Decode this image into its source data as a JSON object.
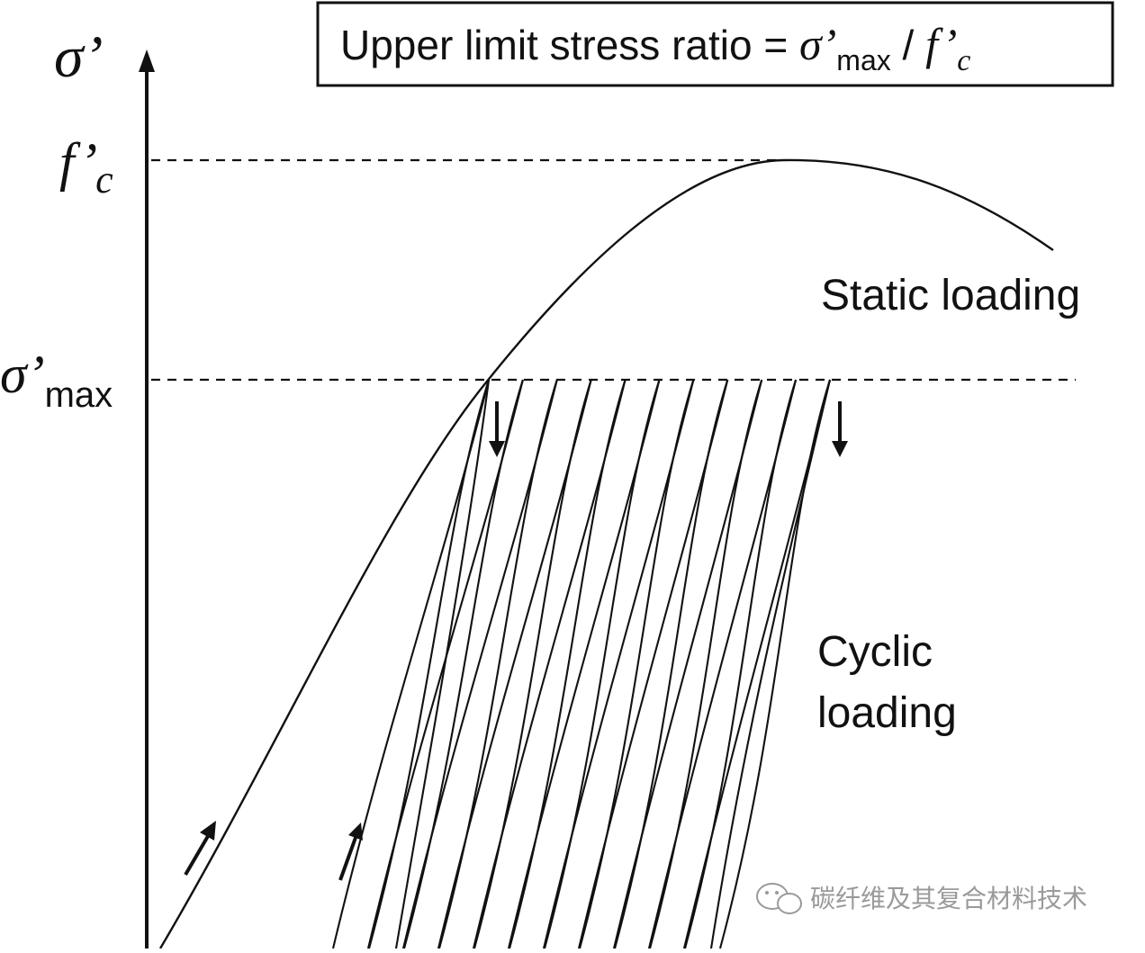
{
  "title_box": {
    "prefix": "Upper limit stress ratio = ",
    "sigma": "σ’",
    "sigma_sub": "max",
    "slash": " / ",
    "f": "f’",
    "f_sub": "c"
  },
  "axis": {
    "y_label": "σ’",
    "fc_main": "f’",
    "fc_sub": "c",
    "smax_main": "σ’",
    "smax_sub": "max"
  },
  "labels": {
    "static": "Static loading",
    "cyclic_line1": "Cyclic",
    "cyclic_line2": "loading"
  },
  "watermark": {
    "text": "碳纤维及其复合材料技术"
  },
  "cyclic": {
    "loop_count": 11
  }
}
